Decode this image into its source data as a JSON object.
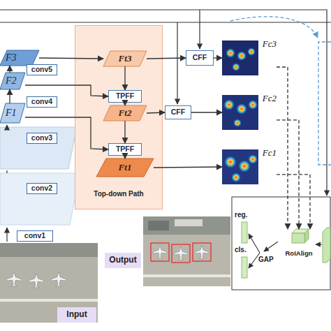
{
  "diagram": {
    "nodes": [
      {
        "text": [
          "F3"
        ]
      },
      {
        "text": [
          "conv5"
        ]
      },
      {
        "text": [
          "F2"
        ]
      },
      {
        "text": [
          "conv4"
        ]
      },
      {
        "text": [
          "F1"
        ]
      },
      {
        "text": [
          "conv3"
        ]
      },
      {
        "text": [
          "conv2"
        ]
      },
      {
        "text": [
          "conv1"
        ]
      },
      {
        "text": [
          "Input"
        ]
      },
      {
        "text": [
          "Top-down Path"
        ]
      },
      {
        "text": [
          "Ft3"
        ],
        "in": 9
      },
      {
        "text": [
          "TPFF"
        ],
        "in": 9
      },
      {
        "text": [
          "Ft2"
        ],
        "in": 9
      },
      {
        "text": [
          "TPFF"
        ],
        "in": 9
      },
      {
        "text": [
          "Ft1"
        ],
        "in": 9
      },
      {
        "text": [
          "CFF"
        ]
      },
      {
        "text": [
          "CFF"
        ]
      },
      {
        "text": [
          "Fc3"
        ]
      },
      {
        "text": [
          "Fc2"
        ]
      },
      {
        "text": [
          "Fc1"
        ]
      },
      {
        "text": [
          "RoIAlign"
        ]
      },
      {
        "text": [
          "Output"
        ]
      }
    ],
    "edges": [
      {
        "from": 2,
        "to": 0,
        "arrow": "to"
      },
      {
        "from": 4,
        "to": 2,
        "arrow": "to"
      },
      {
        "from": 0,
        "to": 10,
        "arrow": "to"
      },
      {
        "from": 2,
        "to": 11,
        "arrow": "to"
      },
      {
        "from": 4,
        "to": 13,
        "arrow": "to"
      },
      {
        "from": 10,
        "to": 11,
        "arrow": "to"
      },
      {
        "from": 11,
        "to": 12,
        "arrow": "to"
      },
      {
        "from": 12,
        "to": 13,
        "arrow": "to"
      },
      {
        "from": 13,
        "to": 14,
        "arrow": "to"
      },
      {
        "from": 10,
        "to": 15,
        "arrow": "to"
      },
      {
        "from": 12,
        "to": 16,
        "arrow": "to"
      },
      {
        "from": 15,
        "to": 17,
        "arrow": "to"
      },
      {
        "from": 16,
        "to": 18,
        "arrow": "to"
      },
      {
        "from": 14,
        "to": 19,
        "arrow": "to"
      },
      {
        "from": 17,
        "to": 20,
        "arrow": "to"
      },
      {
        "from": 18,
        "to": 20,
        "arrow": "to"
      },
      {
        "from": 19,
        "to": 20,
        "arrow": "to"
      }
    ],
    "labels": [
      "reg.",
      "cls.",
      "GAP"
    ]
  }
}
